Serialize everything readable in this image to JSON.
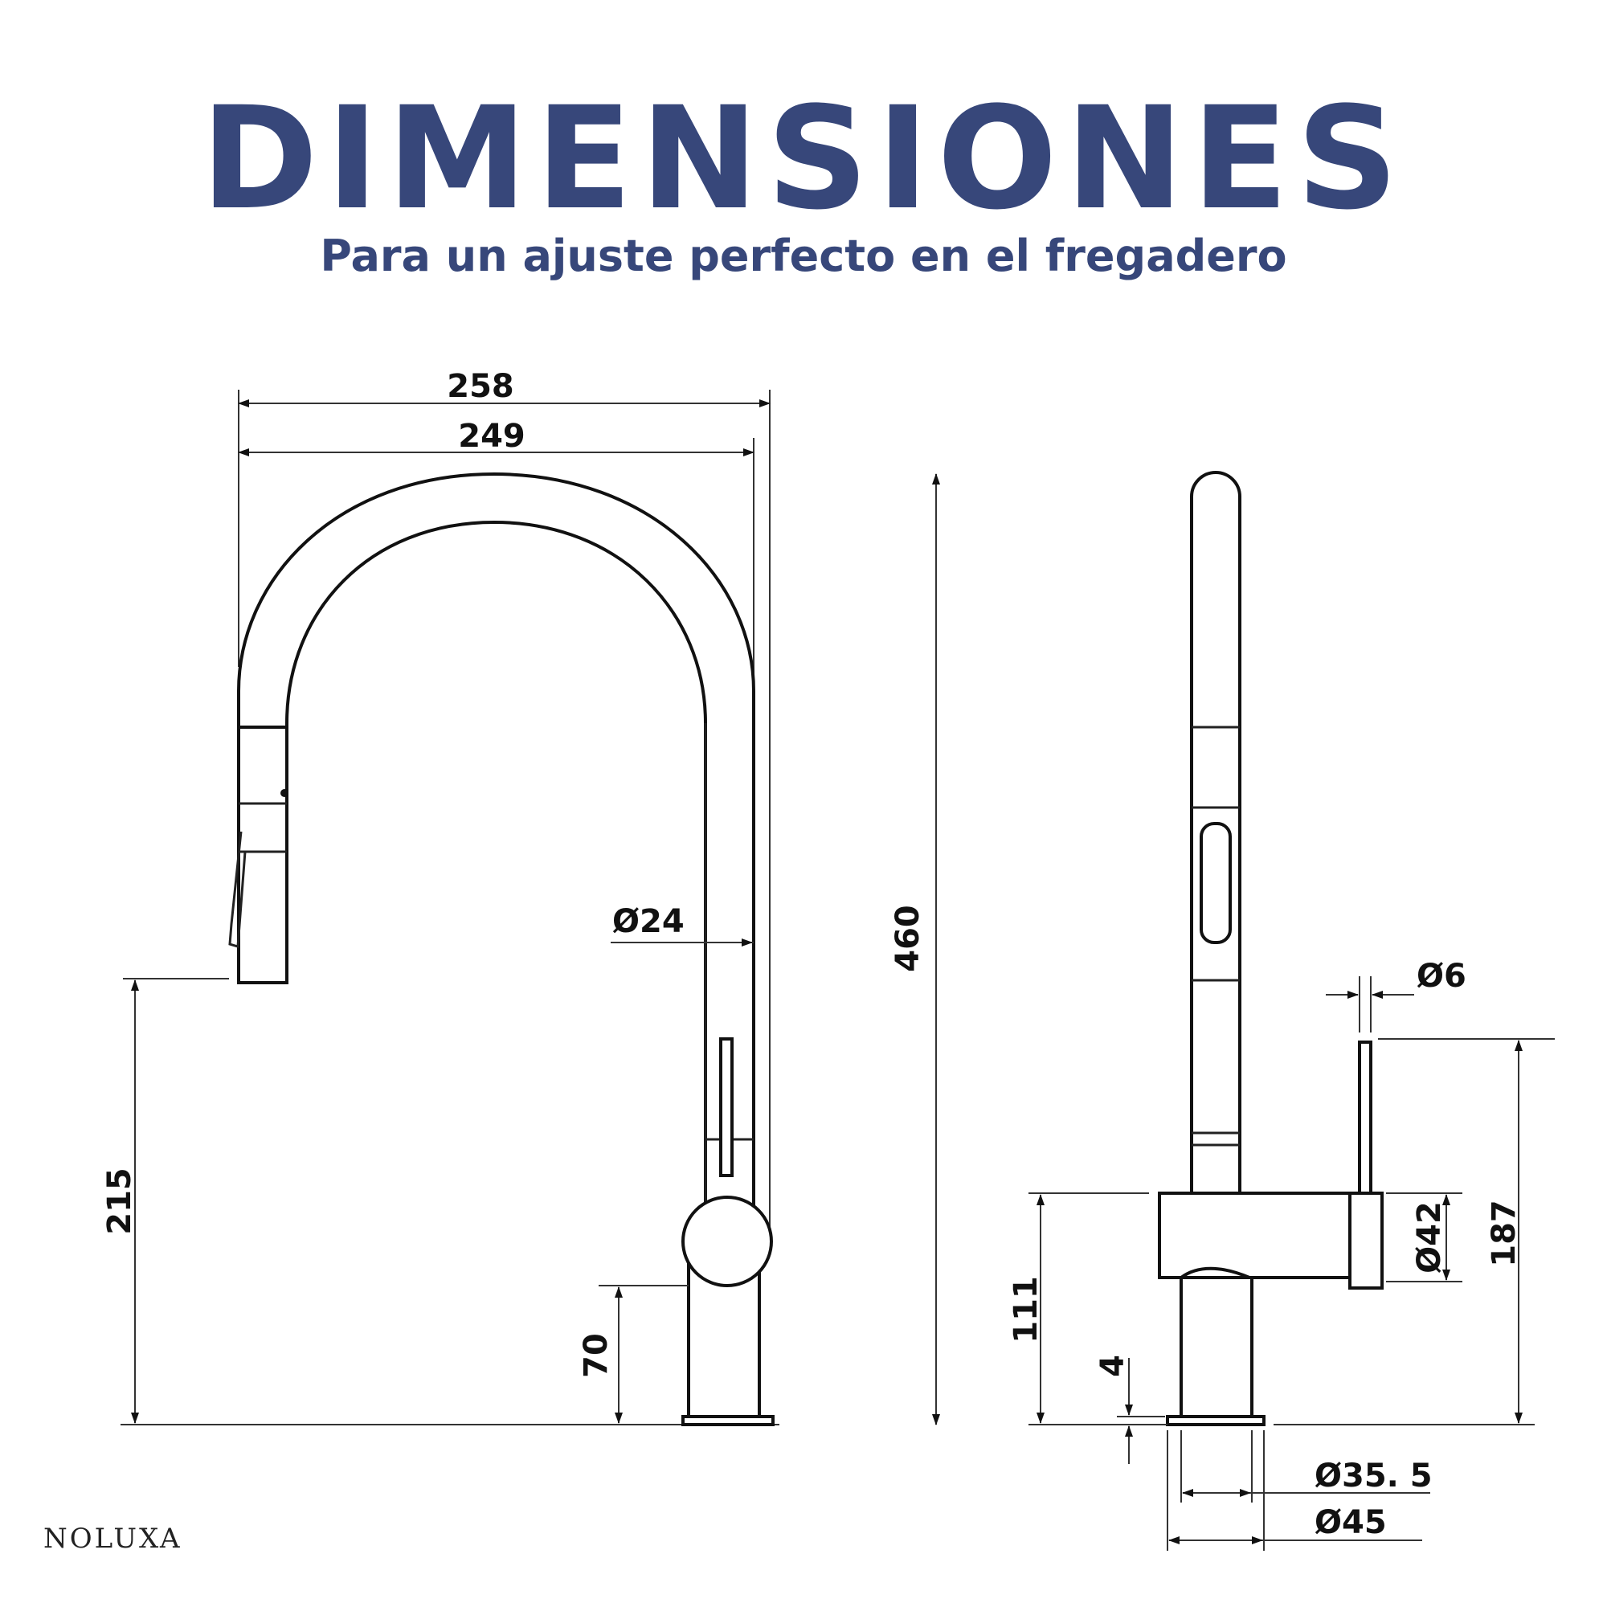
{
  "header": {
    "title": "DIMENSIONES",
    "subtitle": "Para un ajuste perfecto en el fregadero"
  },
  "brand": "NOLUXA",
  "colors": {
    "title": "#37477a",
    "lines": "#111111"
  },
  "front_view": {
    "width_overall": "258",
    "width_inner": "249",
    "hose_diameter": "Ø24",
    "spout_height": "215",
    "handle_height": "70",
    "total_height": "460"
  },
  "side_view": {
    "lever_diameter": "Ø6",
    "body_diameter": "Ø42",
    "lever_height": "187",
    "body_height": "111",
    "plate_thickness": "4",
    "base_diameter_inner": "Ø35. 5",
    "base_diameter_outer": "Ø45"
  }
}
